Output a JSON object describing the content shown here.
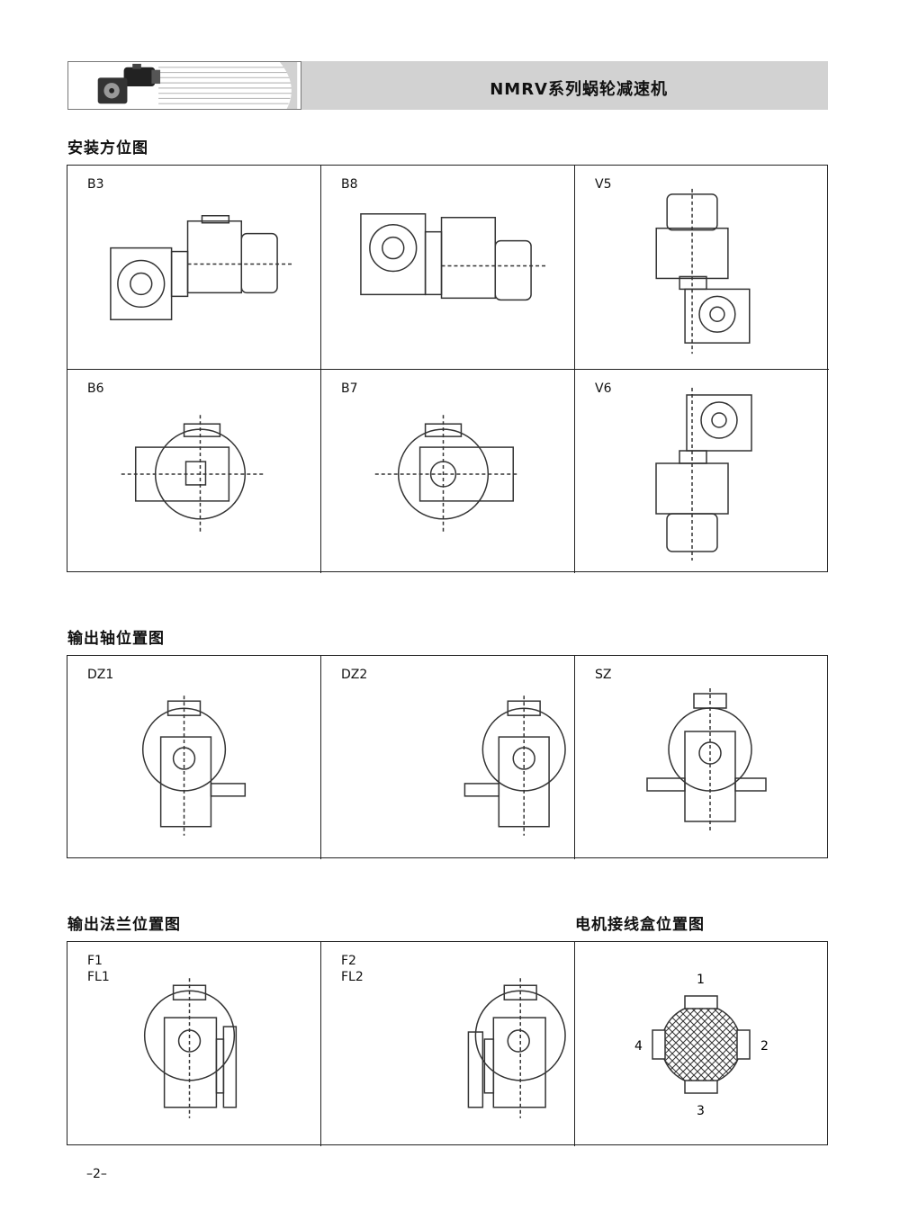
{
  "header": {
    "title": "NMRV系列蜗轮减速机"
  },
  "sections": {
    "mounting": "安装方位图",
    "shaft": "输出轴位置图",
    "flange": "输出法兰位置图",
    "junction": "电机接线盒位置图"
  },
  "mounting_cells": [
    "B3",
    "B8",
    "V5",
    "B6",
    "B7",
    "V6"
  ],
  "shaft_cells": [
    "DZ1",
    "DZ2",
    "SZ"
  ],
  "flange_cells": [
    "F1\nFL1",
    "F2\nFL2"
  ],
  "junction_numbers": [
    "1",
    "2",
    "3",
    "4"
  ],
  "page_number": "–2–"
}
